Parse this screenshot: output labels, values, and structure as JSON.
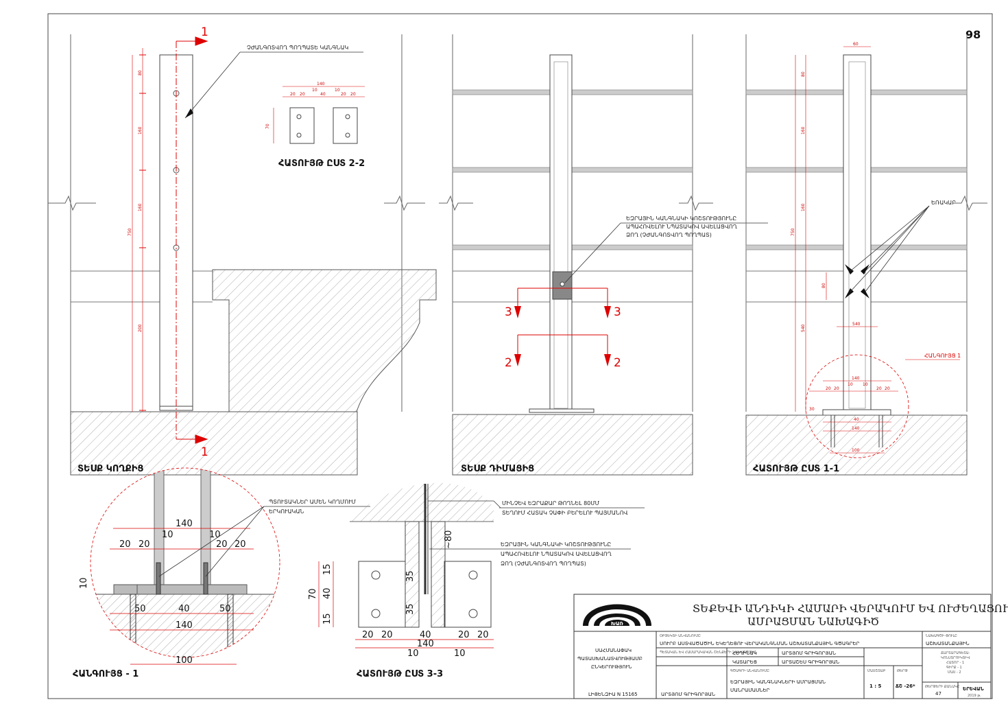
{
  "sheet": {
    "page_number": "98"
  },
  "views": {
    "side_view": "ՏԵՍՔ ԿՈՂՔԻՑ",
    "front_view": "ՏԵՍՔ ԴԻՄԱՑԻՑ",
    "section_1_1": "ՀԱՏՈՒՅԹ ԸՍՏ 1-1",
    "section_2_2": "ՀԱՏՈՒՅԹ ԸՍՏ 2-2",
    "section_3_3": "ՀԱՏՈՒՅԹ ԸՍՏ 3-3",
    "node_1": "ՀԱՆԳՈՒՅՑ - 1",
    "node_1_small": "ՀԱՆԳՈՒՅՑ 1"
  },
  "notes": {
    "steel_plate": "ՉԺԱՆԳՈՏՎՈՂ ՊՈՂՊԱՏԵ ԿԱՆԳՆԱԿ",
    "bolt_line1": "ԵԶՐԱՅԻՆ ԿԱՆԳՆԱԿԻ ԿՈՇՏՈՒԹՅՈՒՆԸ",
    "bolt_line2": "ԱՊԱՀՈՎԵԼՈՒ ՆՊԱՏԱԿՈՎ ԱՎԵԼԱՑՎՈՂ",
    "bolt_line3": "ՁՈՂ (ՉԺԱՆԳՈՏՎՈՂ ՊՈՂՊԱՏ)",
    "welding": "ԵՌԱԿԱՐ",
    "plates_line1": "ՊՏՈՒՏԱԿՆԵՐ ԱՄԵՆ ԿՈՂՄՈՒՄ",
    "plates_line2": "ԵՐԿՈՒԱԿԱՆ",
    "depth_line1": "ՄԻՆՉԵՎ ԵԶՐԱՔԱՐ ԹՈՂՆԵԼ 80ՄՄ",
    "depth_line2": "ՏԵՂՈՒՄ ՀԱՏԱԿ ՉԱՓԻ ԲԵՐԵԼՈՒ ՊԱՅՄԱՆՈՎ"
  },
  "cut_marks": {
    "one": "1",
    "two": "2",
    "three": "3"
  },
  "dims_large": {
    "d140": "140",
    "d10": "10",
    "d20": "20",
    "d50": "50",
    "d40": "40",
    "d100": "100",
    "d70": "70",
    "d15": "15",
    "d35": "35",
    "d80": "~80"
  },
  "dims_small": {
    "d60": "60",
    "d160": "160",
    "d750": "750",
    "d200": "200",
    "d80": "80",
    "d540": "540",
    "d140": "140",
    "d100": "100",
    "d20": "20",
    "d30": "30",
    "d40": "40",
    "d70": "70",
    "d10": "10"
  },
  "title_block": {
    "project_title_line1": "ՏԵՔԵՎԻ ԱՆԴԻԿԻ ՀԱՄԱՐԻ ՎԵՐԱԿՈՒՄ ԵՎ ՈՒԺԵՂԱՑՈՒՄ",
    "project_title_line2": "ԱՄՐԱՑՄԱՆ ՆԱԽԱԳԻԾ",
    "logo_text": "ԽԱՌ",
    "object_label": "ՕԲՅԵԿՏԻ ԱՆՎԱՆՈՒՄԸ",
    "object_name": "ՍՈՒՐԲ ԱՍՏՎԱԾԱԾԻՆ ԵԿԵՂԵՑՈՒ ՎԵՐԱԿԱՆԳՆՄԱՆ ԱՇԽԱՏԱՆՔԱՅԻՆ ԳԾԱԳՐԵՐ",
    "stage_label": "ՆԱԽԱԳԾԻ ՓՈՒԼԸ",
    "stage_value": "ԱՇԽԱՏԱՆՔԱՅԻՆ",
    "company_line1": "ՍԱՀՄԱՆԱՓԱԿ",
    "company_line2": "ՊԱՏԱՍԽԱՆԱՏՎՈՒԹՅԱՄԲ",
    "company_line3": "ԸՆԿԵՐՈՒԹՅՈՒՆ",
    "license": "ԼԻՑԵՆԶԻԱ N 15165",
    "note_left": "ՊԵՏԱԿԱՆ ԵՎ ՀԱՍԱՐԱԿԱԿԱՆ ՇԵՆՔԵՐԻ ՆԱԽԱԳԾՈՒՄ",
    "role_author": "ՀԵՂԻՆԱԿ",
    "role_executor": "ԿԱՏԱՐԵՑ",
    "name_author": "ԱՐՏՅՈՄ ԳՐԻԳՈՐՅԱՆ",
    "name_executor": "ԱՐՏԱՇԵՍ ԳՐԻԳՈՐՅԱՆ",
    "signature_name": "ԱՐՏՅՈՄ ԳՐԻԳՈՐՅԱՆ",
    "drawing_label": "ԳԾԱԳՐԻ ԱՆՎԱՆՈՒՄԸ",
    "drawing_name_line1": "ԵԶՐԱՅԻՆ ԿԱՆԳՆԱԿՆԵՐԻ ԱՄՐԱՑՄԱՆ",
    "drawing_name_line2": "ՄԱՆՐԱՄԱՍՆԵՐ",
    "scale_label": "ՄԱՍՇՏԱԲ",
    "scale": "1 : 5",
    "sheet_label": "ԹԵՐԹ",
    "sheet": "ՃՇ -26*",
    "sheets_total_label": "ԹԵՐԹԵՐԻ ՔԱՆԱԿԸ",
    "sheets_total": "47",
    "city": "ԵՐԵՎԱՆ",
    "year": "2019 թ.",
    "stamp_line1": "ՃԱՐՏԱՐԱԳԵՏԱ-",
    "stamp_line2": "ԿՈՆՍՏՐՈՒԿՏԻՎ",
    "stamp_line3": "ՀԱՏՈՐ - 1",
    "stamp_line4": "ԳԻՐՔ - 1",
    "stamp_line5": "ՄԱՍ - 2"
  }
}
